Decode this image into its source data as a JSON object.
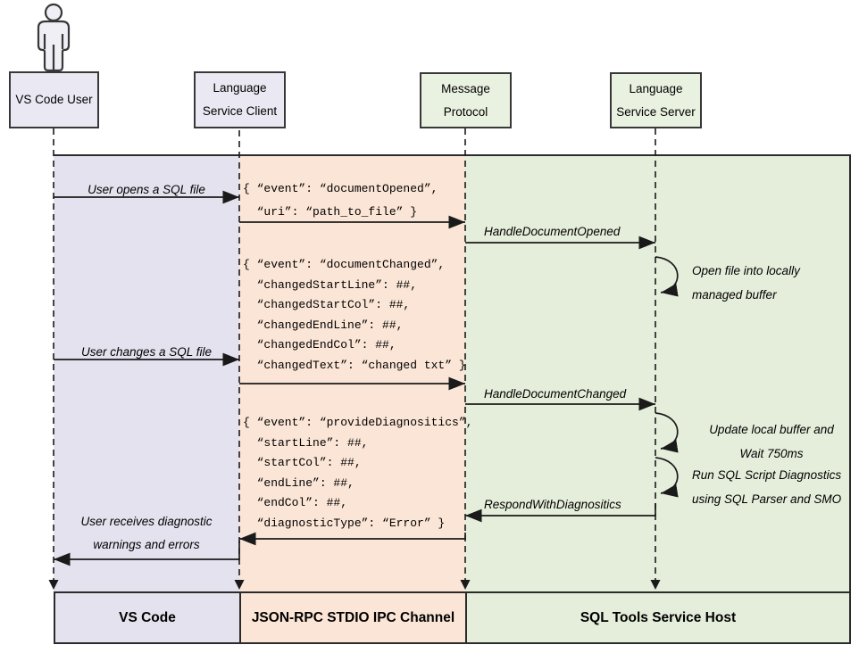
{
  "actors": {
    "user": "VS Code User",
    "client": "Language Service Client",
    "protocol": "Message Protocol",
    "server": "Language Service Server"
  },
  "footers": {
    "vscode": "VS Code",
    "channel": "JSON-RPC STDIO IPC Channel",
    "host": "SQL Tools Service Host"
  },
  "labels": {
    "user_opens": "User opens a SQL file",
    "user_changes": "User changes a SQL file",
    "user_receives_1": "User receives diagnostic",
    "user_receives_2": "warnings and errors",
    "handle_opened": "HandleDocumentOpened",
    "handle_changed": "HandleDocumentChanged",
    "respond_diag": "RespondWithDiagnositics"
  },
  "notes": {
    "open_file_1": "Open file into locally",
    "open_file_2": "managed buffer",
    "update_1": "Update local buffer and",
    "update_2": "Wait 750ms",
    "run_1": "Run SQL Script Diagnostics",
    "run_2": "using SQL Parser and SMO"
  },
  "payloads": {
    "opened": [
      "{ “event”: “documentOpened”,",
      "  “uri”: “path_to_file” }"
    ],
    "changed": [
      "{ “event”: “documentChanged”,",
      "  “changedStartLine”: ##,",
      "  “changedStartCol”: ##,",
      "  “changedEndLine”: ##,",
      "  “changedEndCol”: ##,",
      "  “changedText”: “changed txt” }"
    ],
    "diagnostics": [
      "{ “event”: “provideDiagnositics”,",
      "  “startLine”: ##,",
      "  “startCol”: ##,",
      "  “endLine”: ##,",
      "  “endCol”: ##,",
      "  “diagnosticType”: “Error” }"
    ]
  },
  "colors": {
    "lane_lavender": "#E4E2EE",
    "lane_peach": "#FBE5D6",
    "lane_green": "#E5EEDB",
    "box_lavender": "#EAE9F3",
    "box_green": "#E9F1E0",
    "line": "#1a1a1a",
    "border": "#2b2b2b"
  }
}
